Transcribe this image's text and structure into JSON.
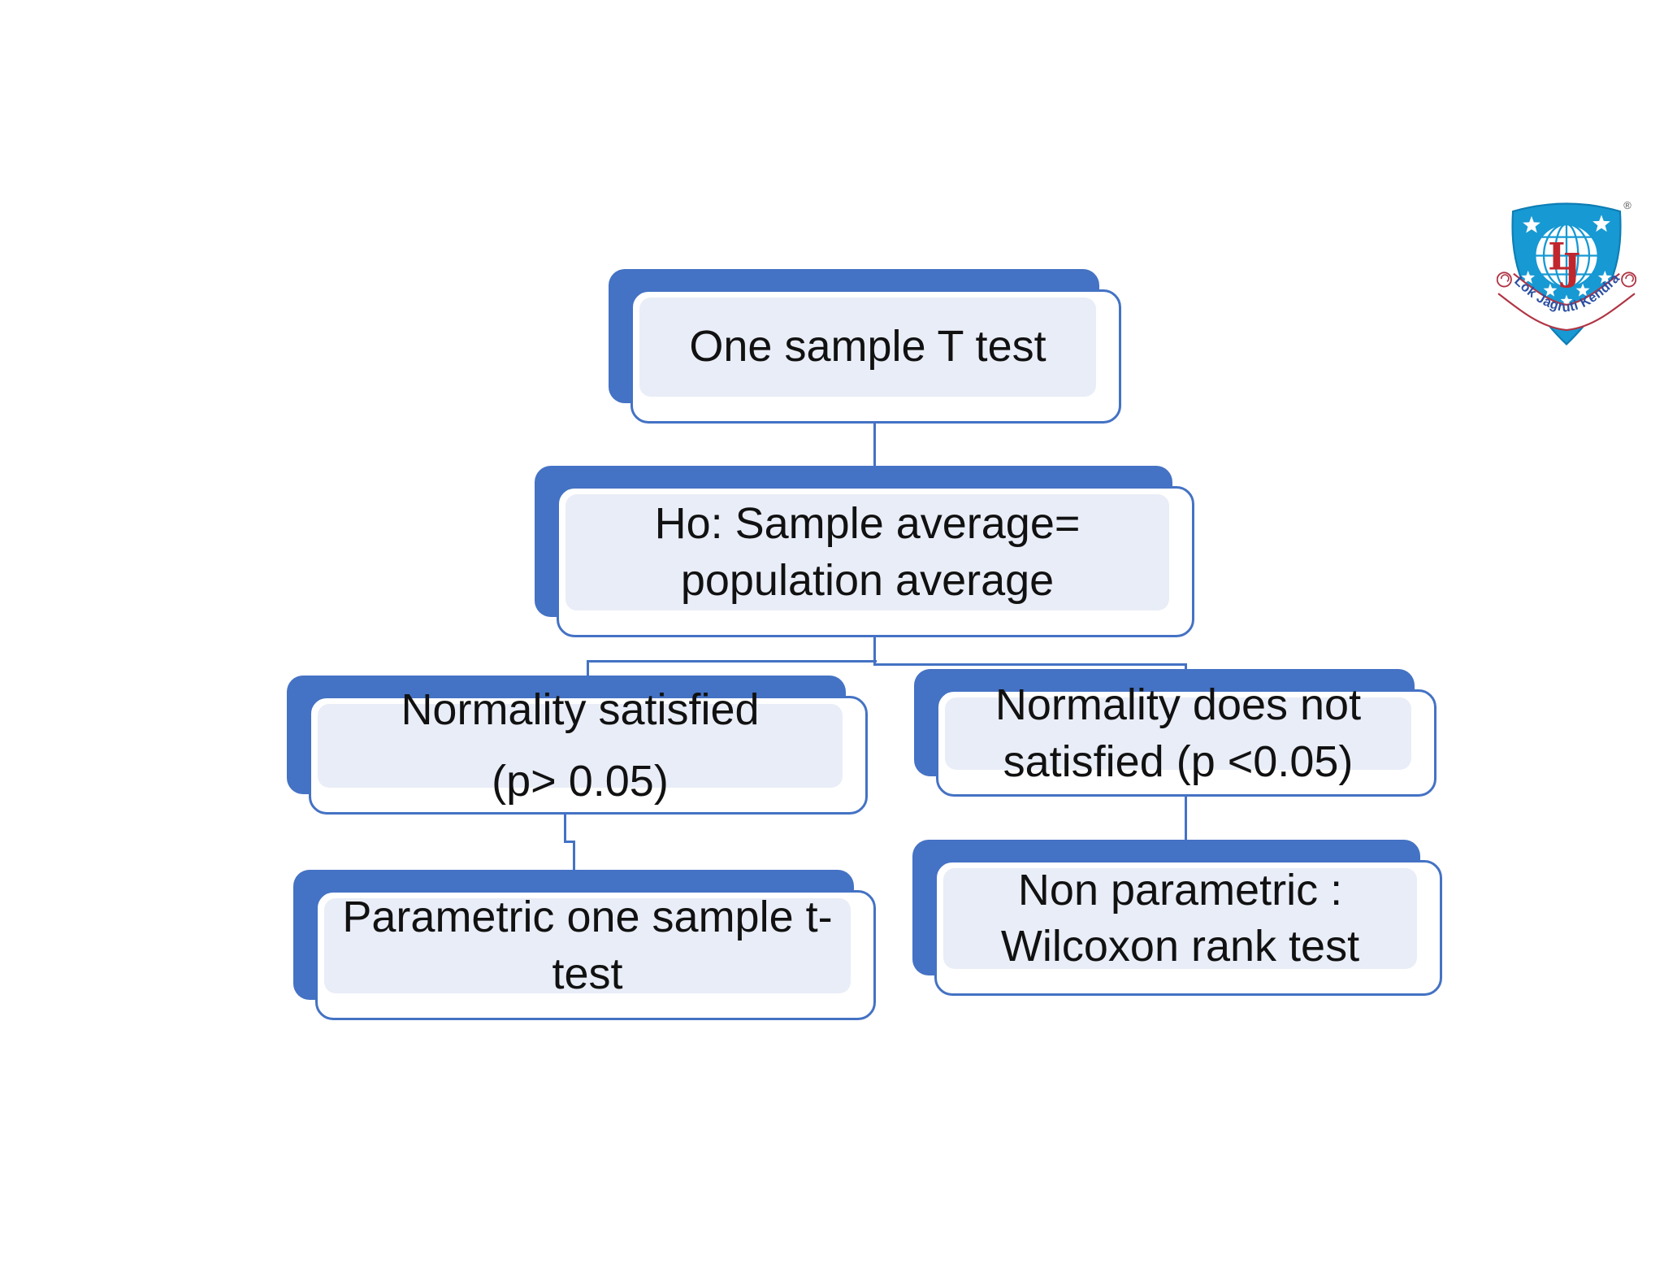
{
  "page": {
    "background": "#ffffff"
  },
  "diagram": {
    "type": "flowchart",
    "accent_color": "#4472C4",
    "node_fill_color": "#E9EDF7",
    "node_face_color": "#ffffff",
    "text_color": "#111111",
    "nodes": [
      {
        "id": "one-sample-t-test",
        "lines": [
          "One sample T test"
        ]
      },
      {
        "id": "null-hypothesis",
        "lines": [
          "Ho: Sample average=",
          "population average"
        ]
      },
      {
        "id": "normality-satisfied",
        "lines": [
          "Normality satisfied",
          "(p> 0.05)"
        ]
      },
      {
        "id": "normality-not-satisfied",
        "lines": [
          "Normality does not",
          "satisfied (p <0.05)"
        ]
      },
      {
        "id": "parametric-test",
        "lines": [
          "Parametric one sample t-",
          "test"
        ]
      },
      {
        "id": "nonparametric-test",
        "lines": [
          "Non parametric :",
          "Wilcoxon rank test"
        ]
      }
    ],
    "edges": [
      {
        "from": "one-sample-t-test",
        "to": "null-hypothesis"
      },
      {
        "from": "null-hypothesis",
        "to": "normality-satisfied"
      },
      {
        "from": "null-hypothesis",
        "to": "normality-not-satisfied"
      },
      {
        "from": "normality-satisfied",
        "to": "parametric-test"
      },
      {
        "from": "normality-not-satisfied",
        "to": "nonparametric-test"
      }
    ]
  },
  "logo": {
    "monogram_l": "L",
    "monogram_j": "J",
    "banner_text": "Lok Jagruti Kendra",
    "registered_mark": "®",
    "shield_color": "#1799D3",
    "monogram_color": "#C0272D",
    "banner_text_color": "#2B4FA2",
    "ribbon_outline_color": "#B03545"
  }
}
